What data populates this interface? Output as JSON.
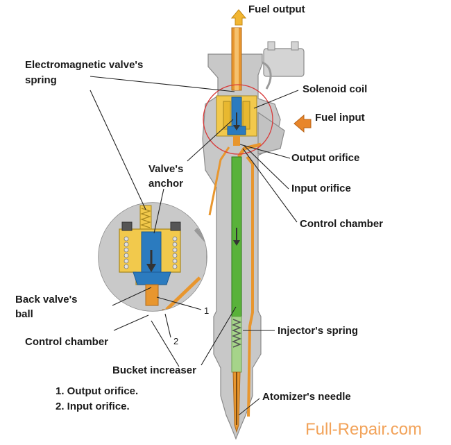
{
  "labels": {
    "fuel_output": "Fuel output",
    "valve_spring_1": "Electromagnetic valve's",
    "valve_spring_2": "spring",
    "solenoid_coil": "Solenoid coil",
    "fuel_input": "Fuel input",
    "output_orifice": "Output orifice",
    "valve_anchor_1": "Valve's",
    "valve_anchor_2": "anchor",
    "input_orifice": "Input orifice",
    "control_chamber_right": "Control chamber",
    "back_valve_ball_1": "Back valve's",
    "back_valve_ball_2": "ball",
    "control_chamber_left": "Control chamber",
    "injector_spring": "Injector's spring",
    "bucket_increaser": "Bucket increaser",
    "atomizer_needle": "Atomizer's needle",
    "marker_1": "1",
    "marker_2": "2"
  },
  "legend": [
    "1. Output orifice.",
    "2. Input orifice."
  ],
  "watermark": "Full-Repair.com",
  "colors": {
    "body": "#c8c8c8",
    "fuel": "#e8962e",
    "needle": "#59b23a",
    "needle_light": "#a6d48a",
    "solenoid": "#f2c94c",
    "anchor": "#2b7bbf",
    "highlight": "#d83a3a",
    "arrow_output": "#f2b632",
    "arrow_input": "#e8862a",
    "watermark": "#f2a35a"
  },
  "icons": {
    "fuel_output_arrow": "up-arrow-icon",
    "fuel_input_arrow": "left-arrow-icon",
    "flow_arrow": "down-arrow-icon"
  }
}
